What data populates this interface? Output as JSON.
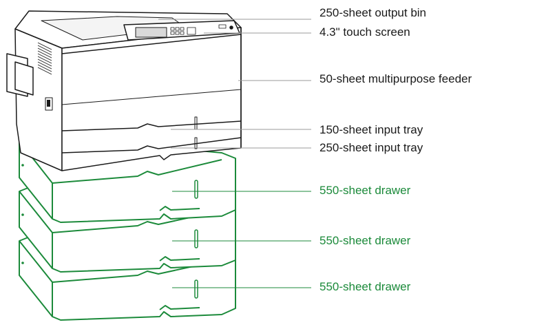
{
  "colors": {
    "printer_outline": "#1a1a1a",
    "drawer_accent": "#1b8a3a",
    "printer_leader": "#999999",
    "drawer_leader": "#1b8a3a"
  },
  "printer_callouts": [
    {
      "id": "output-bin",
      "text": "250-sheet output bin"
    },
    {
      "id": "touch-screen",
      "text": "4.3\" touch screen"
    },
    {
      "id": "mp-feeder",
      "text": "50-sheet multipurpose feeder"
    },
    {
      "id": "input-tray-150",
      "text": "150-sheet input tray"
    },
    {
      "id": "input-tray-250",
      "text": "250-sheet input tray"
    }
  ],
  "drawer_callouts": [
    {
      "id": "drawer-1",
      "text": "550-sheet drawer"
    },
    {
      "id": "drawer-2",
      "text": "550-sheet drawer"
    },
    {
      "id": "drawer-3",
      "text": "550-sheet drawer"
    }
  ]
}
